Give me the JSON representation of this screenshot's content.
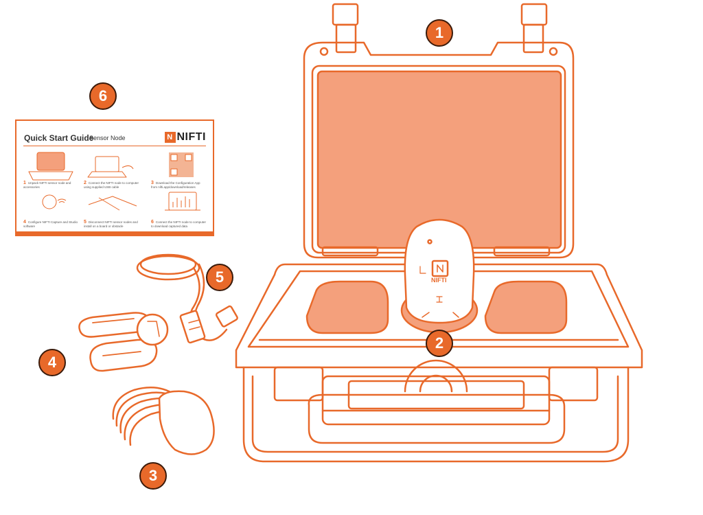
{
  "guide": {
    "title": "Quick Start Guide",
    "subtitle": "Sensor Node",
    "brand": "NIFTI",
    "steps": [
      {
        "num": "1",
        "text": "Unpack NIFTI sensor node and accessories"
      },
      {
        "num": "2",
        "text": "Connect the NIFTI node to computer using supplied USB cable"
      },
      {
        "num": "3",
        "text": "Download the Configuration App from nifti.app/download/releases"
      },
      {
        "num": "4",
        "text": "Configure NIFTI Capture and Studio software"
      },
      {
        "num": "5",
        "text": "Disconnect NIFTI sensor nodes and install on a board or obstacle"
      },
      {
        "num": "6",
        "text": "Connect the NIFTI node to computer to download captured data"
      }
    ]
  },
  "sensor_node": {
    "brand": "NIFTI"
  },
  "callouts": [
    {
      "label": "1"
    },
    {
      "label": "2"
    },
    {
      "label": "3"
    },
    {
      "label": "4"
    },
    {
      "label": "5"
    },
    {
      "label": "6"
    }
  ],
  "colors": {
    "accent": "#e8692a",
    "fill": "#f4a07c",
    "badge_outline": "#3a1a0a"
  }
}
